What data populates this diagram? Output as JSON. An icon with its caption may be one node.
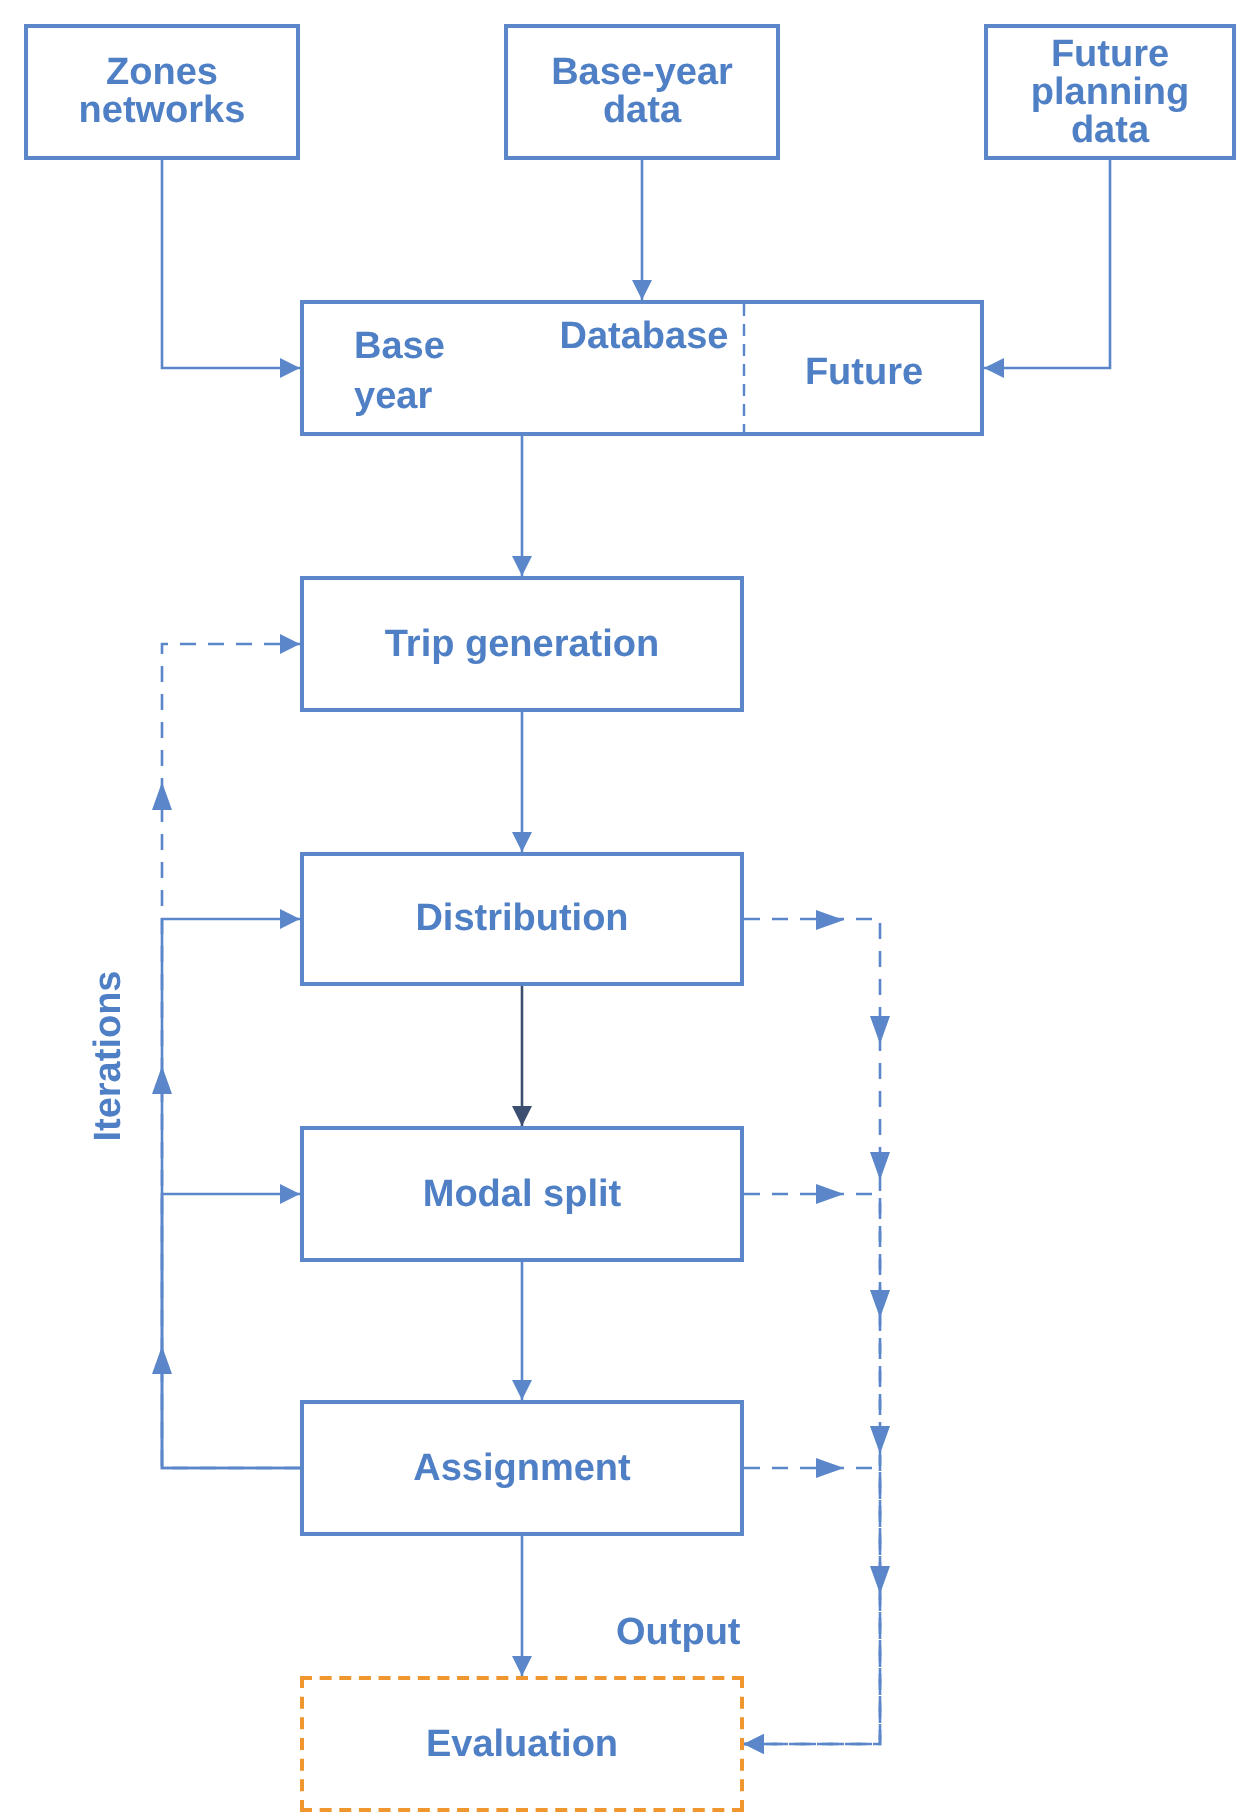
{
  "diagram": {
    "nodes": [
      {
        "text": [
          "Zones networks"
        ]
      },
      {
        "text": [
          "Base-year data"
        ]
      },
      {
        "text": [
          "Future planning data"
        ]
      },
      {
        "text": [
          "Base year",
          "Database",
          "Future"
        ]
      },
      {
        "text": [
          "Trip generation"
        ]
      },
      {
        "text": [
          "Distribution"
        ]
      },
      {
        "text": [
          "Modal split"
        ]
      },
      {
        "text": [
          "Assignment"
        ]
      },
      {
        "text": [
          "Evaluation"
        ],
        "beside": [
          "Output"
        ]
      }
    ],
    "edges": [
      {
        "from": 0,
        "to": 3,
        "arrow": "to"
      },
      {
        "from": 1,
        "to": 3,
        "arrow": "to"
      },
      {
        "from": 2,
        "to": 3,
        "arrow": "to"
      },
      {
        "from": 3,
        "to": 4,
        "arrow": "to"
      },
      {
        "from": 4,
        "to": 5,
        "arrow": "to"
      },
      {
        "from": 5,
        "to": 6,
        "arrow": "to",
        "color": "#3d4f70"
      },
      {
        "from": 6,
        "to": 7,
        "arrow": "to"
      },
      {
        "from": 7,
        "to": 8,
        "arrow": "to"
      },
      {
        "from": 7,
        "to": 6,
        "arrow": "to"
      },
      {
        "from": 7,
        "to": 5,
        "arrow": "to"
      },
      {
        "from": 7,
        "to": 4,
        "arrow": "to",
        "style": "dashed"
      },
      {
        "from": 5,
        "to": 8,
        "arrow": "to",
        "style": "dashed"
      },
      {
        "from": 6,
        "to": 8,
        "arrow": "to",
        "style": "dashed"
      },
      {
        "from": 7,
        "to": 8,
        "arrow": "to",
        "style": "dashed"
      }
    ],
    "labels": [
      "Iterations"
    ]
  }
}
